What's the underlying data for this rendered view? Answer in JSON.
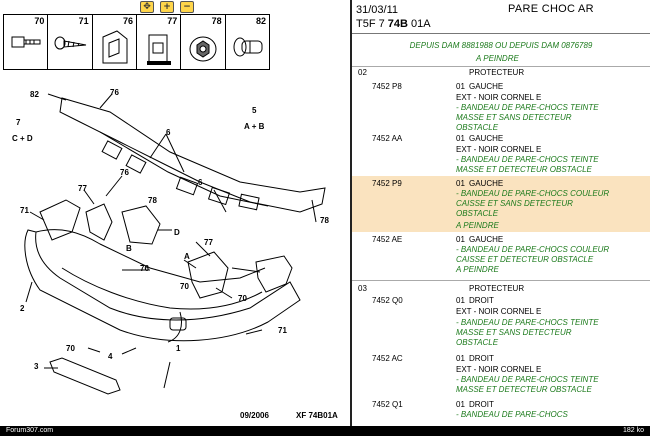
{
  "toolbar": {
    "tools": [
      {
        "name": "pan-tool",
        "glyph": "✥"
      },
      {
        "name": "zoom-in-tool",
        "glyph": "+"
      },
      {
        "name": "zoom-out-tool",
        "glyph": "−"
      }
    ]
  },
  "parts_strip": [
    "70",
    "71",
    "76",
    "77",
    "78",
    "82"
  ],
  "diagram": {
    "callouts": [
      "82",
      "76",
      "7",
      "C + D",
      "5",
      "A + B",
      "6",
      "77",
      "76",
      "71",
      "B",
      "D",
      "78",
      "77",
      "76",
      "A",
      "78",
      "2",
      "70",
      "70",
      "71",
      "1",
      "70",
      "4",
      "3",
      "6"
    ],
    "footer_date": "09/2006",
    "footer_ref": "XF 74B01A"
  },
  "header": {
    "date": "31/03/11",
    "title": "PARE CHOC AR",
    "ref_prefix": "T5F 7",
    "ref_bold": "74B",
    "ref_suffix": "01A",
    "note": "DEPUIS DAM 8881988 OU DEPUIS DAM 0876789"
  },
  "list_top": {
    "cut_line": "A PEINDRE",
    "group_02": "02",
    "protecteur_1": "PROTECTEUR"
  },
  "entries": [
    {
      "ref": "7452 P8",
      "qty": "01",
      "side": "GAUCHE",
      "desc": "EXT - NOIR CORNEL E",
      "lines": [
        "- BANDEAU DE PARE-CHOCS TEINTE",
        "MASSE ET SANS DETECTEUR",
        "OBSTACLE"
      ]
    },
    {
      "ref": "7452 AA",
      "qty": "01",
      "side": "GAUCHE",
      "desc": "EXT - NOIR CORNEL E",
      "lines": [
        "- BANDEAU DE PARE-CHOCS TEINTE",
        "MASSE ET DETECTEUR OBSTACLE"
      ]
    },
    {
      "ref": "7452 P9",
      "qty": "01",
      "side": "GAUCHE",
      "desc": "",
      "lines": [
        "- BANDEAU DE PARE-CHOCS COULEUR",
        "CAISSE ET SANS DETECTEUR",
        "OBSTACLE",
        "A PEINDRE"
      ]
    },
    {
      "ref": "7452 AE",
      "qty": "01",
      "side": "GAUCHE",
      "desc": "",
      "lines": [
        "- BANDEAU DE PARE-CHOCS COULEUR",
        "CAISSE ET DETECTEUR OBSTACLE",
        "A PEINDRE"
      ]
    }
  ],
  "group_03": {
    "num": "03",
    "label": "PROTECTEUR",
    "entries": [
      {
        "ref": "7452 Q0",
        "qty": "01",
        "side": "DROIT",
        "desc": "EXT - NOIR CORNEL E",
        "lines": [
          "- BANDEAU DE PARE-CHOCS TEINTE",
          "MASSE ET SANS DETECTEUR",
          "OBSTACLE"
        ]
      },
      {
        "ref": "7452 AC",
        "qty": "01",
        "side": "DROIT",
        "desc": "EXT - NOIR CORNEL E",
        "lines": [
          "- BANDEAU DE PARE-CHOCS TEINTE",
          "MASSE ET DETECTEUR OBSTACLE"
        ]
      },
      {
        "ref": "7452 Q1",
        "qty": "01",
        "side": "DROIT",
        "desc": "",
        "lines": [
          "- BANDEAU DE PARE-CHOCS"
        ]
      }
    ]
  },
  "status": {
    "left": "Forum307.com",
    "right": "182 ko"
  },
  "colors": {
    "highlight": "#fae3bf",
    "note_green": "#1b7a1b"
  }
}
